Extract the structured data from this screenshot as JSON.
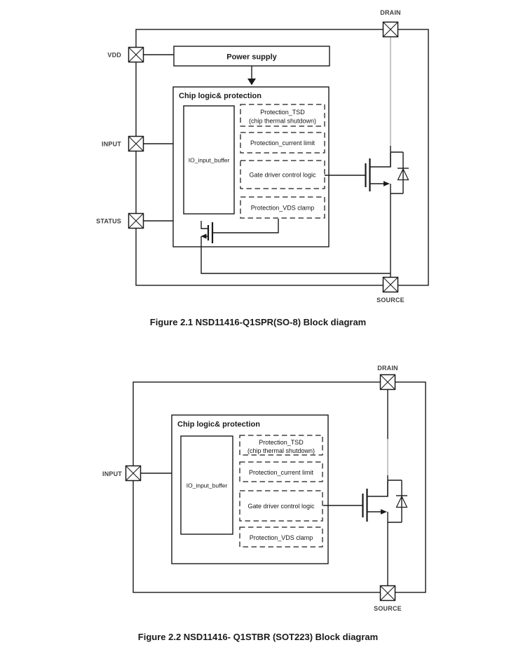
{
  "colors": {
    "line": "#1a1a1a",
    "gray_wire": "#b3b3b3",
    "pin_label": "#3f3f3f",
    "background": "#ffffff"
  },
  "figure1": {
    "caption": "Figure 2.1 NSD11416-Q1SPR(SO-8) Block diagram",
    "pins": {
      "drain": "DRAIN",
      "vdd": "VDD",
      "input": "INPUT",
      "status": "STATUS",
      "source": "SOURCE"
    },
    "blocks": {
      "power_supply": "Power supply",
      "chip_logic_title": "Chip logic& protection",
      "io_input_buffer": "IO_input_buffer",
      "protection_tsd_line1": "Protection_TSD",
      "protection_tsd_line2": "(chip thermal shutdown)",
      "protection_current_limit": "Protection_current limit",
      "gate_driver": "Gate driver control logic",
      "protection_vds_clamp": "Protection_VDS clamp"
    }
  },
  "figure2": {
    "caption": "Figure 2.2 NSD11416- Q1STBR (SOT223) Block diagram",
    "pins": {
      "drain": "DRAIN",
      "input": "INPUT",
      "source": "SOURCE"
    },
    "blocks": {
      "chip_logic_title": "Chip logic& protection",
      "io_input_buffer": "IO_input_buffer",
      "protection_tsd_line1": "Protection_TSD",
      "protection_tsd_line2": "(chip thermal shutdown)",
      "protection_current_limit": "Protection_current limit",
      "gate_driver": "Gate driver control logic",
      "protection_vds_clamp": "Protection_VDS clamp"
    }
  }
}
